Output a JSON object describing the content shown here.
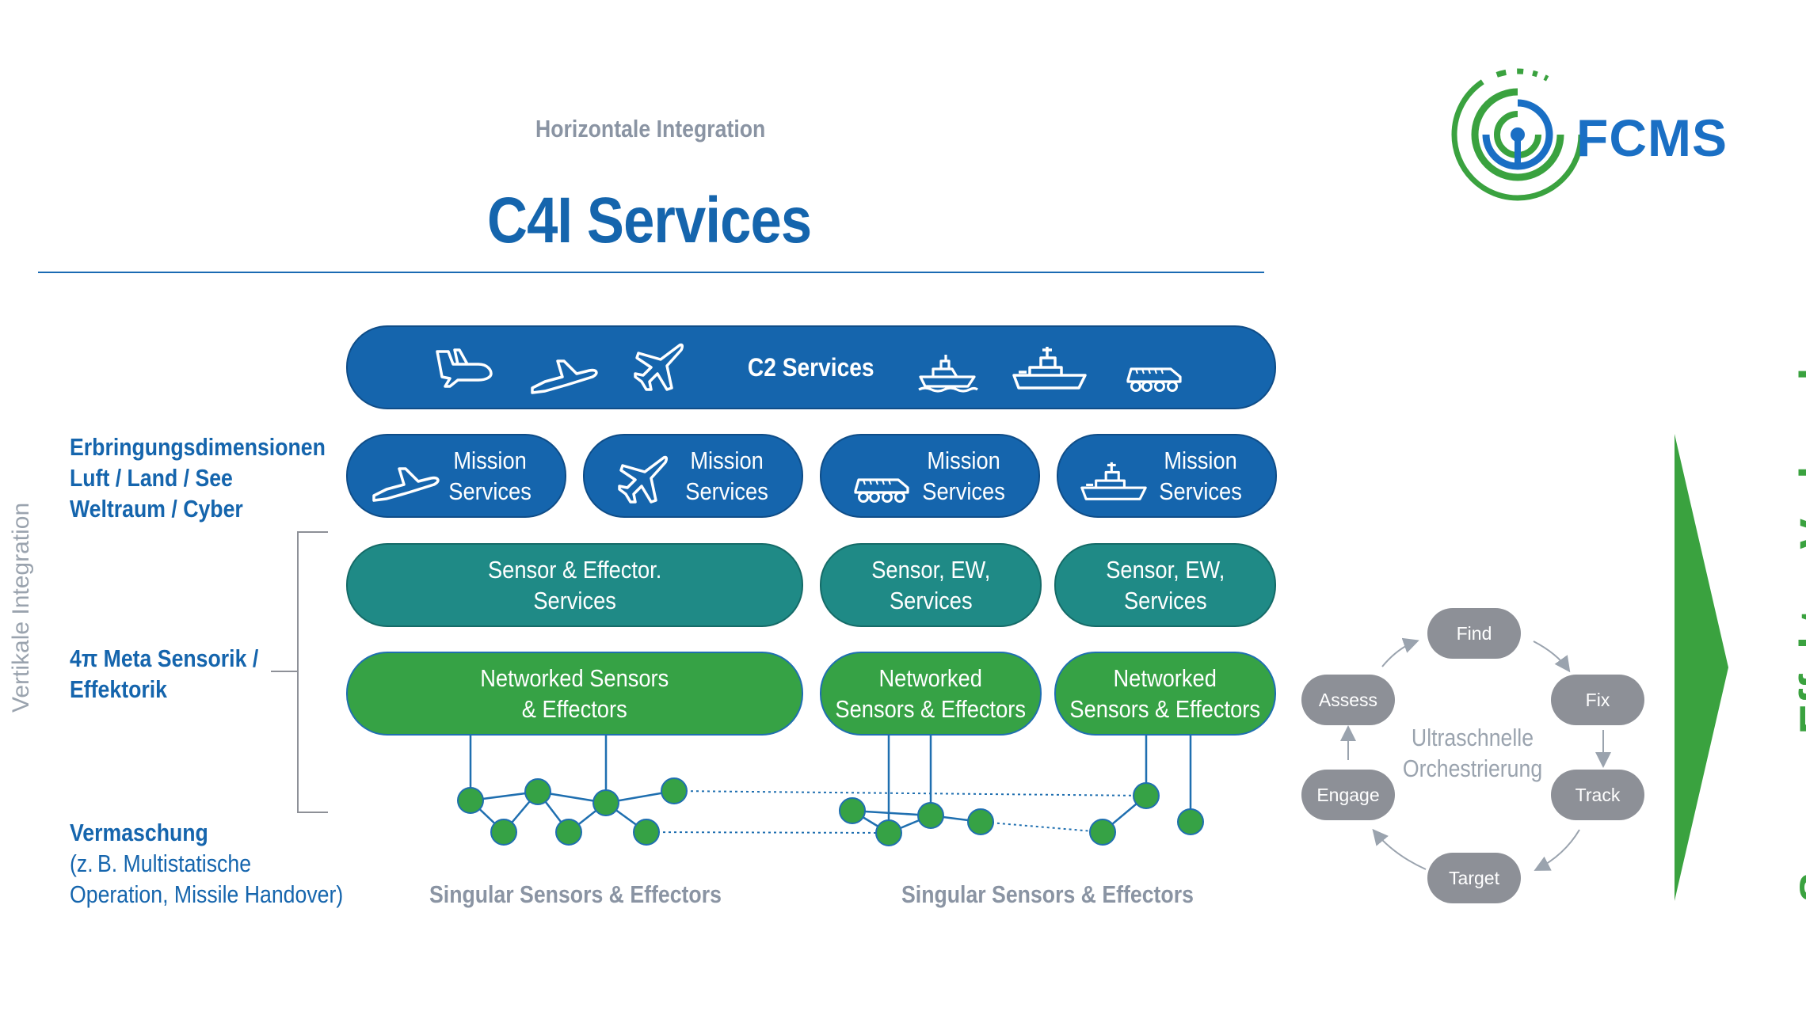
{
  "header": {
    "subtitle": "Horizontale Integration",
    "title": "C4I Services"
  },
  "logo": {
    "text": "FCMS",
    "colors": {
      "blue": "#1a6fc4",
      "green": "#3aa23f"
    }
  },
  "left_labels": {
    "dimensions": [
      "Erbringungsdimensionen",
      "Luft / Land / See",
      "Weltraum / Cyber"
    ],
    "sensorik": [
      "4π Meta Sensorik /",
      "Effektorik"
    ],
    "vermaschung_title": "Vermaschung",
    "vermaschung_detail": [
      "(z. B. Multistatische",
      "Operation, Missile Handover)"
    ],
    "vertical": "Vertikale Integration"
  },
  "c2": {
    "label": "C2 Services",
    "icons": [
      "uav-icon",
      "aircraft-icon",
      "fighter-jet-icon",
      "patrol-boat-icon",
      "warship-icon",
      "armored-vehicle-icon"
    ]
  },
  "mission_services": [
    {
      "l1": "Mission",
      "l2": "Services",
      "icon": "aircraft-icon"
    },
    {
      "l1": "Mission",
      "l2": "Services",
      "icon": "fighter-jet-icon"
    },
    {
      "l1": "Mission",
      "l2": "Services",
      "icon": "armored-vehicle-icon"
    },
    {
      "l1": "Mission",
      "l2": "Services",
      "icon": "warship-icon"
    }
  ],
  "sensor_services": [
    {
      "l1": "Sensor & Effector.",
      "l2": "Services"
    },
    {
      "l1": "Sensor, EW,",
      "l2": "Services"
    },
    {
      "l1": "Sensor, EW,",
      "l2": "Services"
    }
  ],
  "networked": [
    {
      "l1": "Networked Sensors",
      "l2": "& Effectors"
    },
    {
      "l1": "Networked",
      "l2": "Sensors & Effectors"
    },
    {
      "l1": "Networked",
      "l2": "Sensors & Effectors"
    }
  ],
  "singular": [
    "Singular Sensors & Effectors",
    "Singular Sensors & Effectors"
  ],
  "cycle": {
    "steps": [
      "Find",
      "Fix",
      "Track",
      "Target",
      "Engage",
      "Assess"
    ],
    "center": [
      "Ultraschnelle",
      "Orchestrierung"
    ]
  },
  "side_label": "Sensor-Effektor-Verbund",
  "colors": {
    "blue": "#1565ad",
    "teal": "#1f8a86",
    "green": "#36a245",
    "grey": "#8d9097",
    "arrow_green": "#3aa23f"
  }
}
